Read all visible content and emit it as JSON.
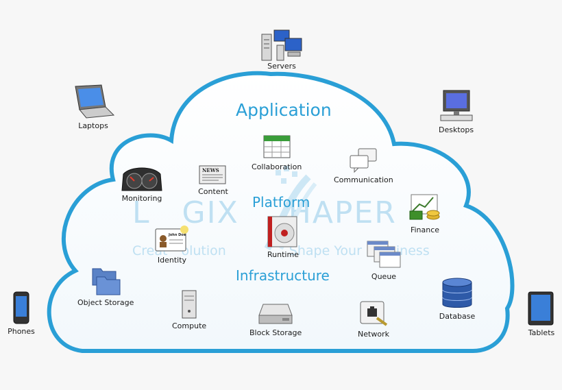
{
  "layers": {
    "application": "Application",
    "platform": "Platform",
    "infrastructure": "Infrastructure"
  },
  "watermark": {
    "title_left": "L",
    "title_mid": "GIX",
    "title_right": "HAPER",
    "tagline_left": "Creat",
    "tagline_mid": "olution",
    "tagline_right": "Shape Your",
    "tagline_end": "iness"
  },
  "clients": {
    "servers": "Servers",
    "laptops": "Laptops",
    "desktops": "Desktops",
    "phones": "Phones",
    "tablets": "Tablets"
  },
  "application_items": {
    "monitoring": "Monitoring",
    "content": "Content",
    "collaboration": "Collaboration",
    "communication": "Communication",
    "finance": "Finance"
  },
  "platform_items": {
    "identity": "Identity",
    "runtime": "Runtime",
    "queue": "Queue",
    "id_card_name": "John Doe",
    "news_text": "NEWS"
  },
  "infrastructure_items": {
    "object_storage": "Object Storage",
    "compute": "Compute",
    "block_storage": "Block Storage",
    "network": "Network",
    "database": "Database"
  },
  "colors": {
    "cloud_border": "#2a9fd6",
    "cloud_fill": "#ffffff",
    "layer_text": "#2a9fd6",
    "watermark": "#bfe0f2"
  }
}
